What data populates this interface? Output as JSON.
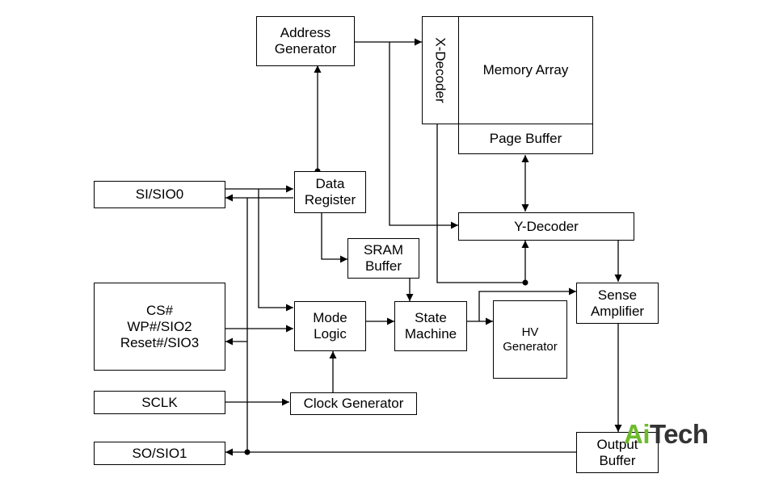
{
  "blocks": {
    "address_generator": "Address\nGenerator",
    "x_decoder": "X-Decoder",
    "memory_array": "Memory Array",
    "page_buffer": "Page Buffer",
    "data_register": "Data\nRegister",
    "y_decoder": "Y-Decoder",
    "sram_buffer": "SRAM\nBuffer",
    "sense_amplifier": "Sense\nAmplifier",
    "mode_logic": "Mode\nLogic",
    "state_machine": "State\nMachine",
    "hv_generator": "HV\nGenerator",
    "clock_generator": "Clock Generator",
    "output_buffer": "Output\nBuffer"
  },
  "pins": {
    "si_sio0": "SI/SIO0",
    "control": "CS#\nWP#/SIO2\nReset#/SIO3",
    "sclk": "SCLK",
    "so_sio1": "SO/SIO1"
  },
  "watermark": {
    "part1": "Ai",
    "part2": "Tech"
  },
  "colors": {
    "line": "#000000",
    "watermark_green": "#6dbb2b",
    "watermark_dark": "#333333"
  }
}
